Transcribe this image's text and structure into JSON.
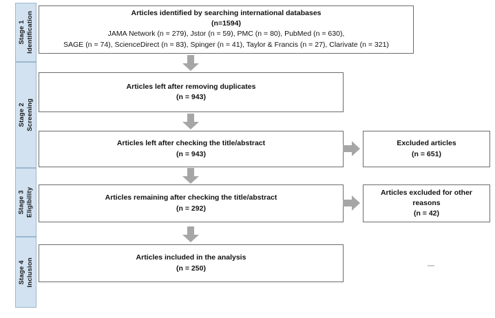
{
  "diagram": {
    "title": "PRISMA study selection flow diagram",
    "accent_color": "#d2e2f1",
    "box_border_color": "#6b6b6b",
    "arrow_color": "#a6a6a6"
  },
  "stages": [
    {
      "number": "Stage 1",
      "name": "Identification"
    },
    {
      "number": "Stage 2",
      "name": "Screening"
    },
    {
      "number": "Stage 3",
      "name": "Eligibility"
    },
    {
      "number": "Stage 4",
      "name": "Inclusion"
    }
  ],
  "boxes": {
    "identification": {
      "heading": "Articles identified by searching international databases",
      "count": "(n=1594)",
      "sources_line_1": "JAMA Network (n = 279), Jstor (n = 59), PMC (n = 80),  PubMed (n = 630),",
      "sources_line_2": "SAGE (n = 74), ScienceDirect (n = 83), Spinger (n = 41), Taylor & Francis (n = 27), Clarivate (n = 321)"
    },
    "duplicates": {
      "heading": "Articles left after removing duplicates",
      "count": "(n = 943)"
    },
    "title_abstract": {
      "heading": "Articles left after checking the title/abstract",
      "count": "(n = 943)"
    },
    "excluded": {
      "heading": "Excluded articles",
      "count": "(n = 651)"
    },
    "remaining": {
      "heading": "Articles remaining after checking the title/abstract",
      "count": "(n = 292)"
    },
    "excluded_other": {
      "heading": "Articles excluded for other",
      "heading_2": "reasons",
      "count": "(n = 42)"
    },
    "included": {
      "heading": "Articles included in the analysis",
      "count": "(n = 250)"
    }
  },
  "arrows": {
    "down_icon": "arrow-down-icon",
    "right_icon": "arrow-right-icon"
  },
  "chart_data": {
    "type": "diagram",
    "title": "PRISMA flow of study identification, screening, eligibility and inclusion",
    "stages": [
      "Identification",
      "Screening",
      "Eligibility",
      "Inclusion"
    ],
    "nodes": [
      {
        "id": "identification",
        "stage": "Identification",
        "label": "Articles identified by searching international databases",
        "n": 1594
      },
      {
        "id": "duplicates",
        "stage": "Screening",
        "label": "Articles left after removing duplicates",
        "n": 943
      },
      {
        "id": "title_abstract",
        "stage": "Screening",
        "label": "Articles left after checking the title/abstract",
        "n": 943
      },
      {
        "id": "excluded",
        "stage": "Screening",
        "label": "Excluded articles",
        "n": 651
      },
      {
        "id": "remaining",
        "stage": "Eligibility",
        "label": "Articles remaining after checking the title/abstract",
        "n": 292
      },
      {
        "id": "excluded_other",
        "stage": "Eligibility",
        "label": "Articles excluded for other reasons",
        "n": 42
      },
      {
        "id": "included",
        "stage": "Inclusion",
        "label": "Articles included in the analysis",
        "n": 250
      }
    ],
    "sources": [
      {
        "name": "JAMA Network",
        "n": 279
      },
      {
        "name": "Jstor",
        "n": 59
      },
      {
        "name": "PMC",
        "n": 80
      },
      {
        "name": "PubMed",
        "n": 630
      },
      {
        "name": "SAGE",
        "n": 74
      },
      {
        "name": "ScienceDirect",
        "n": 83
      },
      {
        "name": "Spinger",
        "n": 41
      },
      {
        "name": "Taylor & Francis",
        "n": 27
      },
      {
        "name": "Clarivate",
        "n": 321
      }
    ],
    "edges": [
      {
        "from": "identification",
        "to": "duplicates",
        "direction": "down"
      },
      {
        "from": "duplicates",
        "to": "title_abstract",
        "direction": "down"
      },
      {
        "from": "title_abstract",
        "to": "excluded",
        "direction": "right"
      },
      {
        "from": "title_abstract",
        "to": "remaining",
        "direction": "down"
      },
      {
        "from": "remaining",
        "to": "excluded_other",
        "direction": "right"
      },
      {
        "from": "remaining",
        "to": "included",
        "direction": "down"
      }
    ]
  }
}
